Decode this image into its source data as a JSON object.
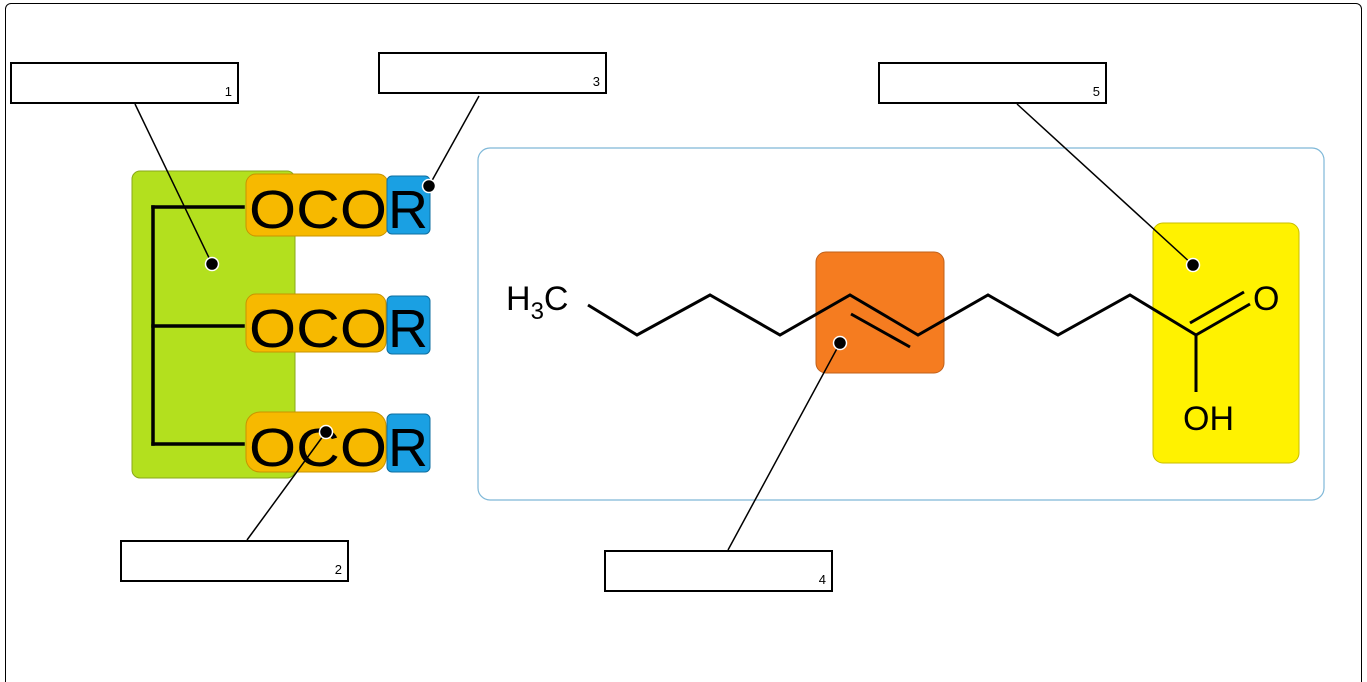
{
  "labels": [
    {
      "number": "1",
      "text": ""
    },
    {
      "number": "2",
      "text": ""
    },
    {
      "number": "3",
      "text": ""
    },
    {
      "number": "4",
      "text": ""
    },
    {
      "number": "5",
      "text": ""
    }
  ],
  "triglyceride": {
    "ester_groups": [
      {
        "ester": "OCO",
        "r": "R"
      },
      {
        "ester": "OCO",
        "r": "R"
      },
      {
        "ester": "OCO",
        "r": "R"
      }
    ]
  },
  "fatty_acid": {
    "methyl_main": "H",
    "methyl_sub": "3",
    "methyl_tail": "C",
    "carbonyl_o": "O",
    "hydroxyl": "OH"
  },
  "colors": {
    "glycerol_region": "#b3e01e",
    "ester_region": "#f7b900",
    "r_group": "#1aa0e3",
    "double_bond_region": "#f57c20",
    "carboxyl_region": "#fff200",
    "panel_border": "#7fb8d8"
  }
}
